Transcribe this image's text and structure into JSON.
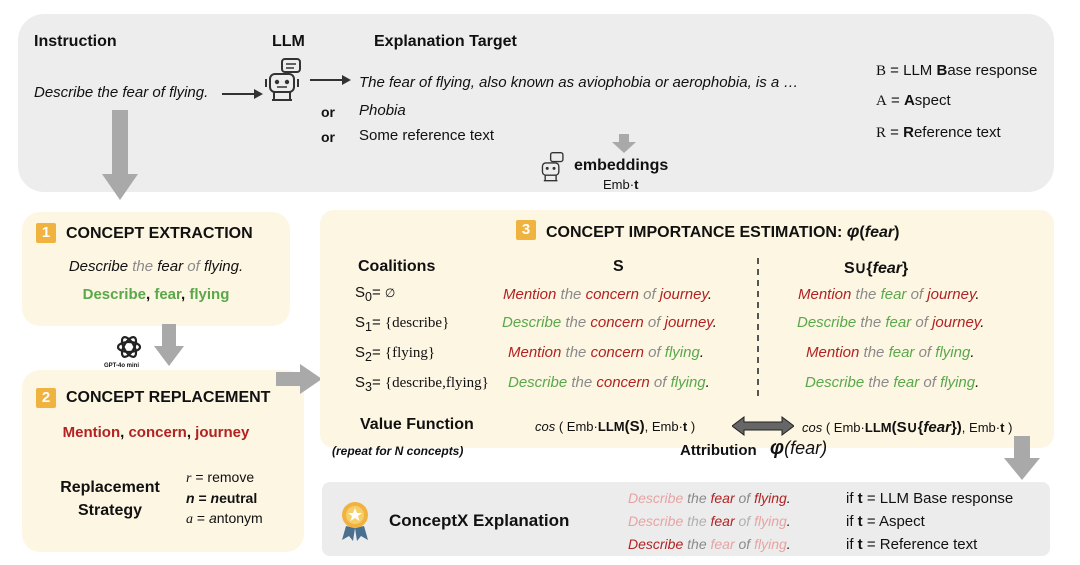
{
  "top": {
    "instruction_header": "Instruction",
    "instruction_text": "Describe the fear of flying.",
    "llm_header": "LLM",
    "target_header": "Explanation Target",
    "target_base": "The fear of flying, also known as aviophobia or aerophobia, is a …",
    "or1": "or",
    "target_aspect": "Phobia",
    "or2": "or",
    "target_reference": "Some reference text",
    "embeddings_label": "embeddings",
    "emb_prefix": "Emb",
    "emb_dot": "·",
    "emb_t": "t",
    "legend": [
      {
        "sym": "B",
        "eq": " = LLM ",
        "bold": "B",
        "rest": "ase response"
      },
      {
        "sym": "A",
        "eq": " = ",
        "bold": "A",
        "rest": "spect"
      },
      {
        "sym": "R",
        "eq": " = ",
        "bold": "R",
        "rest": "eference text"
      }
    ]
  },
  "extraction": {
    "num": "1",
    "title": "CONCEPT EXTRACTION",
    "sentence": [
      "Describe",
      " the ",
      "fear",
      " of ",
      "flying",
      "."
    ],
    "concepts": [
      "Describe",
      ", ",
      "fear",
      ", ",
      "flying"
    ]
  },
  "gpt_label": "GPT-4o mini",
  "replacement": {
    "num": "2",
    "title": "CONCEPT REPLACEMENT",
    "words": [
      "Mention",
      ", ",
      "concern",
      ", ",
      "journey"
    ],
    "strategy_label_1": "Replacement",
    "strategy_label_2": "Strategy",
    "strategies": [
      {
        "k": "r",
        "eq": " = ",
        "bold": "",
        "rest": "remove"
      },
      {
        "k": "n",
        "eq": " = ",
        "bold": "n",
        "rest": "eutral"
      },
      {
        "k": "a",
        "eq": " = ",
        "bold": "a",
        "rest": "ntonym"
      }
    ]
  },
  "importance": {
    "num": "3",
    "title": "CONCEPT IMPORTANCE ESTIMATION: ",
    "phi": "φ",
    "phi_arg": "fear",
    "coalitions_header": "Coalitions",
    "s_header": "S",
    "su_header_pre": "S∪{",
    "su_header_word": "fear",
    "su_header_post": "}",
    "coalitions": [
      {
        "sub": "0",
        "set": "∅"
      },
      {
        "sub": "1",
        "set": "{describe}"
      },
      {
        "sub": "2",
        "set": "{flying}"
      },
      {
        "sub": "3",
        "set": "{describe,flying}"
      }
    ],
    "s_rows": [
      [
        "Mention",
        " the ",
        "concern",
        " of ",
        "journey",
        "."
      ],
      [
        "Describe",
        " the ",
        "concern",
        " of ",
        "journey",
        "."
      ],
      [
        "Mention",
        " the ",
        "concern",
        " of ",
        "flying",
        "."
      ],
      [
        "Describe",
        " the ",
        "concern",
        " of ",
        "flying",
        "."
      ]
    ],
    "su_rows": [
      [
        "Mention",
        " the ",
        "fear",
        " of ",
        "journey",
        "."
      ],
      [
        "Describe",
        " the ",
        "fear",
        " of ",
        "journey",
        "."
      ],
      [
        "Mention",
        " the ",
        "fear",
        " of ",
        "flying",
        "."
      ],
      [
        "Describe",
        " the ",
        "fear",
        " of ",
        "flying",
        "."
      ]
    ],
    "value_function": "Value Function",
    "repeat_note": "(repeat for N concepts)",
    "cos": "cos",
    "vf_left_open": " ( Emb",
    "vf_llm": "LLM",
    "vf_s": "(S)",
    "vf_mid": ", Emb",
    "vf_close": " )",
    "vf_right_s": "(S∪{",
    "vf_right_fear": "fear",
    "vf_right_end": "})",
    "attribution": "Attribution",
    "attr_fear": "(fear)"
  },
  "conceptx": {
    "title": "ConceptX Explanation",
    "rows": [
      {
        "words": [
          "Describe",
          " the ",
          "fear",
          " of ",
          "flying",
          "."
        ],
        "pre": "if ",
        "t": "t",
        "post": " = LLM Base response"
      },
      {
        "words": [
          "Describe",
          " the ",
          "fear",
          " of ",
          "flying",
          "."
        ],
        "pre": "if ",
        "t": "t",
        "post": " = Aspect"
      },
      {
        "words": [
          "Describe",
          " the ",
          "fear",
          " of ",
          "flying",
          "."
        ],
        "pre": "if ",
        "t": "t",
        "post": " = Reference text"
      }
    ]
  },
  "colors": {
    "green": "#5aa84a",
    "red": "#b22222",
    "badge": "#f0b33f",
    "panel_gray": "#ededed",
    "panel_cream": "#fcf6e3"
  }
}
